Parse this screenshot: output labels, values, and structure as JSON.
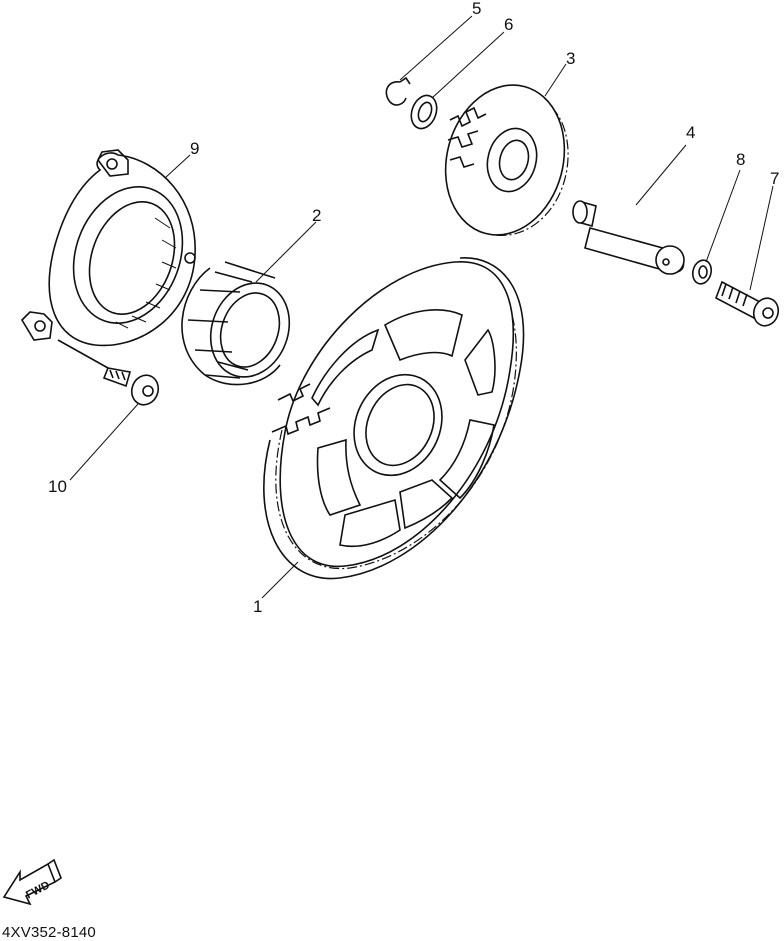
{
  "diagram": {
    "part_labels": [
      "1",
      "2",
      "3",
      "4",
      "5",
      "6",
      "7",
      "8",
      "9",
      "10"
    ],
    "direction_marker": "FWD",
    "drawing_code": "4XV352-8140"
  }
}
